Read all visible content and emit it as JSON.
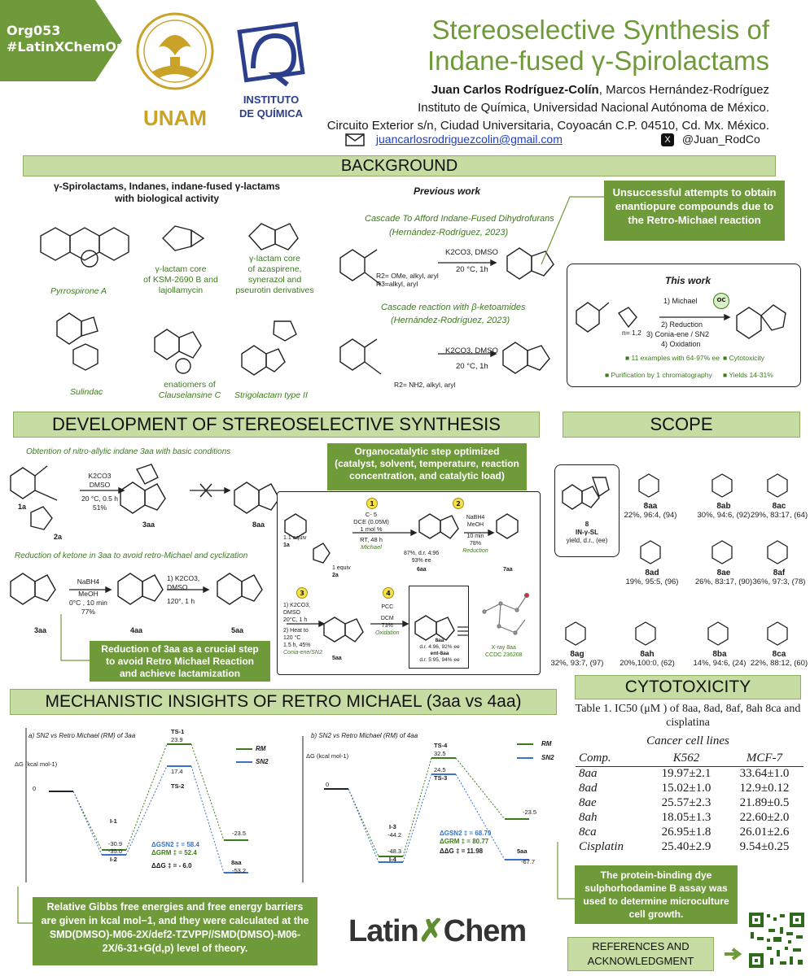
{
  "header": {
    "tag_line1": "Org053",
    "tag_line2": "#LatinXChemOrg",
    "unam_label": "UNAM",
    "iq_label1": "INSTITUTO",
    "iq_label2": "DE QUÍMICA",
    "title_line1": "Stereoselective Synthesis of",
    "title_line2": "Indane-fused γ-Spirolactams",
    "author_main": "Juan Carlos Rodríguez-Colín",
    "author_rest": ", Marcos Hernández-Rodríguez",
    "affiliation1": "Instituto de Química, Universidad Nacional Autónoma de México.",
    "affiliation2": "Circuito Exterior s/n, Ciudad Universitaria, Coyoacán C.P. 04510, Cd. Mx. México.",
    "email": "juancarlosrodriguezcolin@gmail.com",
    "twitter": "@Juan_RodCo"
  },
  "background": {
    "title": "BACKGROUND",
    "bio_heading_1": "γ-Spirolactams, Indanes, indane-fused γ-lactams",
    "bio_heading_2": "with biological activity",
    "pyrrospirone": "Pyrrospirone A",
    "lactam_core1": "γ-lactam core",
    "lactam_core2": "of KSM-2690 B and",
    "lactam_core3": "lajollamycin",
    "lactam_core4": "γ-lactam core",
    "lactam_core5": "of azaspirene,",
    "lactam_core6": "synerazol and",
    "lactam_core7": "pseurotin derivatives",
    "sulindac": "Sulindac",
    "clause1": "enatiomers of",
    "clause2": "Clauselansine C",
    "strigo": "Strigolactam type II",
    "previous_work": "Previous work",
    "cascade1": "Cascade To Afford Indane-Fused Dihydrofurans",
    "cascade1_ref": "(Hernández-Rodríguez, 2023)",
    "cascade2": "Cascade reaction with β-ketoamides",
    "cascade2_ref": "(Hernández-Rodríguez, 2023)",
    "cond1a": "K2CO3, DMSO",
    "cond1b": "20 °C, 1h",
    "r_note1": "R2= OMe, alkyl, aryl",
    "r_note2": "R3=alkyl, aryl",
    "cond2a": "K2CO3, DMSO",
    "cond2b": "20 °C, 1h",
    "r_note3": "R2= NH2, alkyl, aryl",
    "unsuccessful": "Unsuccessful attempts to obtain enantiopure compounds due to the Retro-Michael reaction",
    "this_work": "This work",
    "step1": "1) Michael",
    "step2": "2) Reduction",
    "step3": "3) Conia-ene / SN2",
    "step4": "4) Oxidation",
    "n_note": "n= 1,2",
    "oc": "OC",
    "bullet1": "11 examples with 64-97% ee",
    "bullet2": "Cytotoxicity",
    "bullet3": "Purification by 1 chromatography",
    "bullet4": "Yields 14-31%"
  },
  "development": {
    "title": "DEVELOPMENT OF STEREOSELECTIVE SYNTHESIS",
    "sub1": "Obtention of nitro-allylic indane 3aa with basic conditions",
    "cond_a1": "K2CO3",
    "cond_a2": "DMSO",
    "cond_a3": "20 °C, 0.5 h",
    "cond_a4": "51%",
    "lbl_1a": "1a",
    "lbl_2a": "2a",
    "lbl_3aa": "3aa",
    "lbl_8aa": "8aa",
    "sub2": "Reduction of ketone in 3aa to avoid retro-Michael and cyclization",
    "cond_b1": "NaBH4",
    "cond_b2": "MeOH",
    "cond_b3": "0°C , 10 min",
    "cond_b4": "77%",
    "cond_c1": "1) K2CO3,",
    "cond_c2": "DMSO",
    "cond_c3": "120°, 1 h",
    "lbl_4aa": "4aa",
    "lbl_5aa": "5aa",
    "reduction_box": "Reduction of 3aa as a crucial step to avoid Retro Michael Reaction and achieve lactamization",
    "optimized_box": "Organocatalytic step optimized (catalyst, solvent, temperature, reaction concentration, and catalytic load)",
    "step_c5": "C- 5",
    "step_dce": "DCE (0.05M)",
    "step_mol": "1 mol %",
    "step_rt": "RT, 48 h",
    "step_michael": "Michael",
    "yield_6aa": "87%, d.r. 4:96",
    "ee_6aa": "93% ee",
    "lbl_6aa": "6aa",
    "red_a": "NaBH4",
    "red_b": "MeOH",
    "red_c": "10 min",
    "red_d": "78%",
    "red_e": "Reduction",
    "lbl_7aa": "7aa",
    "equiv": "1.1 equiv",
    "equiv2": "1 equiv",
    "conia1": "1) K2CO3,",
    "conia2": "DMSO",
    "conia3": "20°C, 1 h",
    "conia4": "2) Heat to",
    "conia5": "120 °C",
    "conia6": "1.5 h, 45%",
    "conia7": "Conia-ene/SN2",
    "ox1": "PCC",
    "ox2": "DCM",
    "ox3": "73%",
    "ox4": "Oxidation",
    "res_8aa": "8aa",
    "res_8aa_dr": "d.r. 4:96, 92% ee",
    "res_ent": "ent-8aa",
    "res_ent_dr": "d.r. 5:95, 94% ee",
    "xray1": "X-ray 8aa",
    "xray2": "CCDC 236208",
    "num1": "1",
    "num2": "2",
    "num3": "3",
    "num4": "4"
  },
  "scope": {
    "title": "SCOPE",
    "core_label": "8",
    "core_sub1": "IN-γ-SL",
    "core_sub2": "yield, d.r., (ee)",
    "items": [
      {
        "id": "8aa",
        "data": "22%, 96:4, (94)"
      },
      {
        "id": "8ab",
        "data": "30%, 94:6, (92)"
      },
      {
        "id": "8ac",
        "data": "29%, 83:17, (64)"
      },
      {
        "id": "8ad",
        "data": "19%, 95:5, (96)"
      },
      {
        "id": "8ae",
        "data": "26%, 83:17, (90)"
      },
      {
        "id": "8af",
        "data": "36%, 97:3, (78)"
      },
      {
        "id": "8ag",
        "data": "32%, 93:7, (97)"
      },
      {
        "id": "8ah",
        "data": "20%,100:0, (62)"
      },
      {
        "id": "8ba",
        "data": "14%, 94:6, (24)"
      },
      {
        "id": "8ca",
        "data": "22%, 88:12, (60)"
      }
    ]
  },
  "cytotox": {
    "title": "CYTOTOXICITY",
    "caption": "Table 1. IC50 (μM ) of 8aa, 8ad, 8af, 8ah 8ca and cisplatina",
    "group": "Cancer cell lines",
    "headers": [
      "Comp.",
      "K562",
      "MCF-7"
    ],
    "rows": [
      [
        "8aa",
        "19.97±2.1",
        "33.64±1.0"
      ],
      [
        "8ad",
        "15.02±1.0",
        "12.9±0.12"
      ],
      [
        "8ae",
        "25.57±2.3",
        "21.89±0.5"
      ],
      [
        "8ah",
        "18.05±1.3",
        "22.60±2.0"
      ],
      [
        "8ca",
        "26.95±1.8",
        "26.01±2.6"
      ],
      [
        "Cisplatin",
        "25.40±2.9",
        "9.54±0.25"
      ]
    ],
    "assay_box": "The protein-binding dye sulphorhodamine B assay was used to determine microculture cell growth."
  },
  "mechanism": {
    "title": "MECHANISTIC INSIGHTS OF RETRO MICHAEL  (3aa vs 4aa)",
    "plotA_title": "a) SN2 vs Retro Michael (RM) of 3aa",
    "plotB_title": "b) SN2 vs Retro Michael (RM) of 4aa",
    "dg_axis": "ΔG (kcal mol-1)",
    "legend_rm": "RM",
    "legend_sn2": "SN2",
    "a_ts1": "TS-1",
    "a_ts1_val": "23.9",
    "a_ts2_val": "17.4",
    "a_ts2": "TS-2",
    "a_i1": "I-1",
    "a_i1_val": "-30.9",
    "a_i2_val": "-35.0",
    "a_i2": "I-2",
    "a_p1": "-23.5",
    "a_8aa": "8aa",
    "a_p2": "-53.2",
    "a_dg1": "ΔGSN2 ‡ = 58.4",
    "a_dg2": "ΔGRM ‡ = 52.4",
    "a_ddg": "ΔΔG ‡ = - 6.0",
    "b_ts4": "TS-4",
    "b_ts4_val": "32.5",
    "b_ts3_val": "24.5",
    "b_ts3": "TS-3",
    "b_i3": "I-3",
    "b_i3_val": "-44.2",
    "b_i4_val": "-48.3",
    "b_i4": "I-4",
    "b_p1": "-23.5",
    "b_5aa": "5aa",
    "b_p2": "-67.7",
    "b_dg1": "ΔGSN2 ‡ = 68.79",
    "b_dg2": "ΔGRM ‡ = 80.77",
    "b_ddg": "ΔΔG ‡ = 11.98",
    "zero": "0",
    "gibbs_box": "Relative Gibbs free energies and free energy barriers are given in kcal mol−1, and they were calculated at the SMD(DMSO)-M06-2X/def2-TZVPP//SMD(DMSO)-M06-2X/6-31+G(d,p) level of theory."
  },
  "footer": {
    "latinchem_a": "Latin",
    "latinchem_b": "Chem",
    "refs": "REFERENCES AND ACKNOWLEDGMENT"
  },
  "colors": {
    "accent": "#6f9a3a",
    "bar_fill": "#c6dca2",
    "rm_green": "#3d7a1e",
    "sn2_blue": "#3a73c6",
    "unam_gold": "#c9a227",
    "iq_blue": "#2b3f8c"
  }
}
